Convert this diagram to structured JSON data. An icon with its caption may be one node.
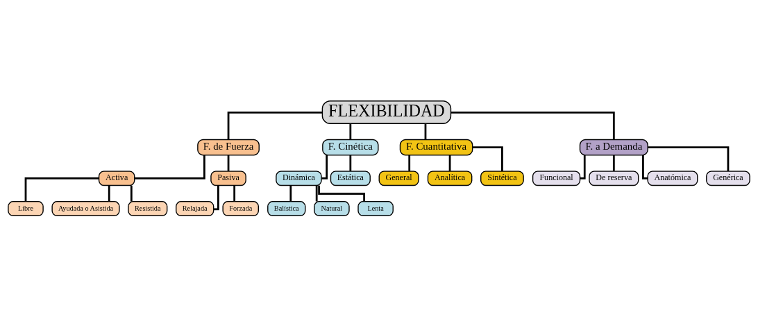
{
  "diagram": {
    "nodes": [
      {
        "text": [
          "FLEXIBILIDAD"
        ]
      },
      {
        "text": [
          "F. de Fuerza"
        ]
      },
      {
        "text": [
          "F. Cinética"
        ]
      },
      {
        "text": [
          "F. Cuantitativa"
        ]
      },
      {
        "text": [
          "F. a Demanda"
        ]
      },
      {
        "text": [
          "Activa"
        ]
      },
      {
        "text": [
          "Pasiva"
        ]
      },
      {
        "text": [
          "Libre"
        ]
      },
      {
        "text": [
          "Ayudada o Asistida"
        ]
      },
      {
        "text": [
          "Resistida"
        ]
      },
      {
        "text": [
          "Relajada"
        ]
      },
      {
        "text": [
          "Forzada"
        ]
      },
      {
        "text": [
          "Dinámica"
        ]
      },
      {
        "text": [
          "Estática"
        ]
      },
      {
        "text": [
          "Balística"
        ]
      },
      {
        "text": [
          "Natural"
        ]
      },
      {
        "text": [
          "Lenta"
        ]
      },
      {
        "text": [
          "General"
        ]
      },
      {
        "text": [
          "Analítica"
        ]
      },
      {
        "text": [
          "Sintética"
        ]
      },
      {
        "text": [
          "Funcional"
        ]
      },
      {
        "text": [
          "De reserva"
        ]
      },
      {
        "text": [
          "Anatómica"
        ]
      },
      {
        "text": [
          "Genérica"
        ]
      }
    ],
    "edges": [
      {
        "from": 0,
        "to": 1,
        "arrow": "none"
      },
      {
        "from": 0,
        "to": 2,
        "arrow": "none"
      },
      {
        "from": 0,
        "to": 3,
        "arrow": "none"
      },
      {
        "from": 0,
        "to": 4,
        "arrow": "none"
      },
      {
        "from": 1,
        "to": 5,
        "arrow": "none"
      },
      {
        "from": 1,
        "to": 6,
        "arrow": "none"
      },
      {
        "from": 5,
        "to": 7,
        "arrow": "none"
      },
      {
        "from": 5,
        "to": 8,
        "arrow": "none"
      },
      {
        "from": 5,
        "to": 9,
        "arrow": "none"
      },
      {
        "from": 6,
        "to": 10,
        "arrow": "none"
      },
      {
        "from": 6,
        "to": 11,
        "arrow": "none"
      },
      {
        "from": 2,
        "to": 12,
        "arrow": "none"
      },
      {
        "from": 2,
        "to": 13,
        "arrow": "none"
      },
      {
        "from": 12,
        "to": 14,
        "arrow": "none"
      },
      {
        "from": 12,
        "to": 15,
        "arrow": "none"
      },
      {
        "from": 12,
        "to": 16,
        "arrow": "none"
      },
      {
        "from": 3,
        "to": 17,
        "arrow": "none"
      },
      {
        "from": 3,
        "to": 18,
        "arrow": "none"
      },
      {
        "from": 3,
        "to": 19,
        "arrow": "none"
      },
      {
        "from": 4,
        "to": 20,
        "arrow": "none"
      },
      {
        "from": 4,
        "to": 21,
        "arrow": "none"
      },
      {
        "from": 4,
        "to": 22,
        "arrow": "none"
      },
      {
        "from": 4,
        "to": 23,
        "arrow": "none"
      }
    ]
  }
}
